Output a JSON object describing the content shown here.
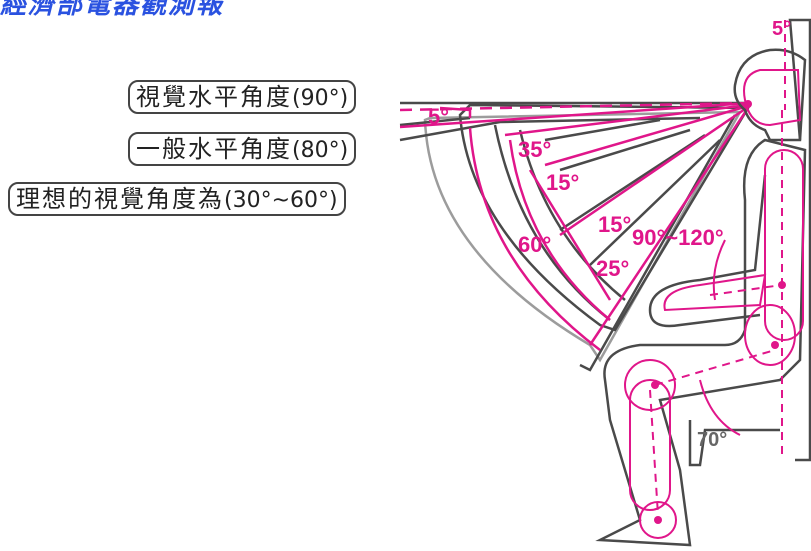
{
  "title": "經濟部電器觀測報",
  "labels": [
    {
      "text": "視覺水平角度",
      "value": "(90°)"
    },
    {
      "text": "一般水平角度",
      "value": "(80°)"
    },
    {
      "text": "理想的視覺角度為",
      "value": "(30°~60°)"
    }
  ],
  "angles": {
    "head_tilt": "5°",
    "horizontal_offset": "5°",
    "a35": "35°",
    "a15_upper": "15°",
    "a15_lower": "15°",
    "a60": "60°",
    "a25": "25°",
    "elbow": "90°~120°",
    "knee": "70°"
  },
  "colors": {
    "accent": "#e0168a",
    "outline": "#4a4a4a",
    "title": "#2a52e0"
  }
}
